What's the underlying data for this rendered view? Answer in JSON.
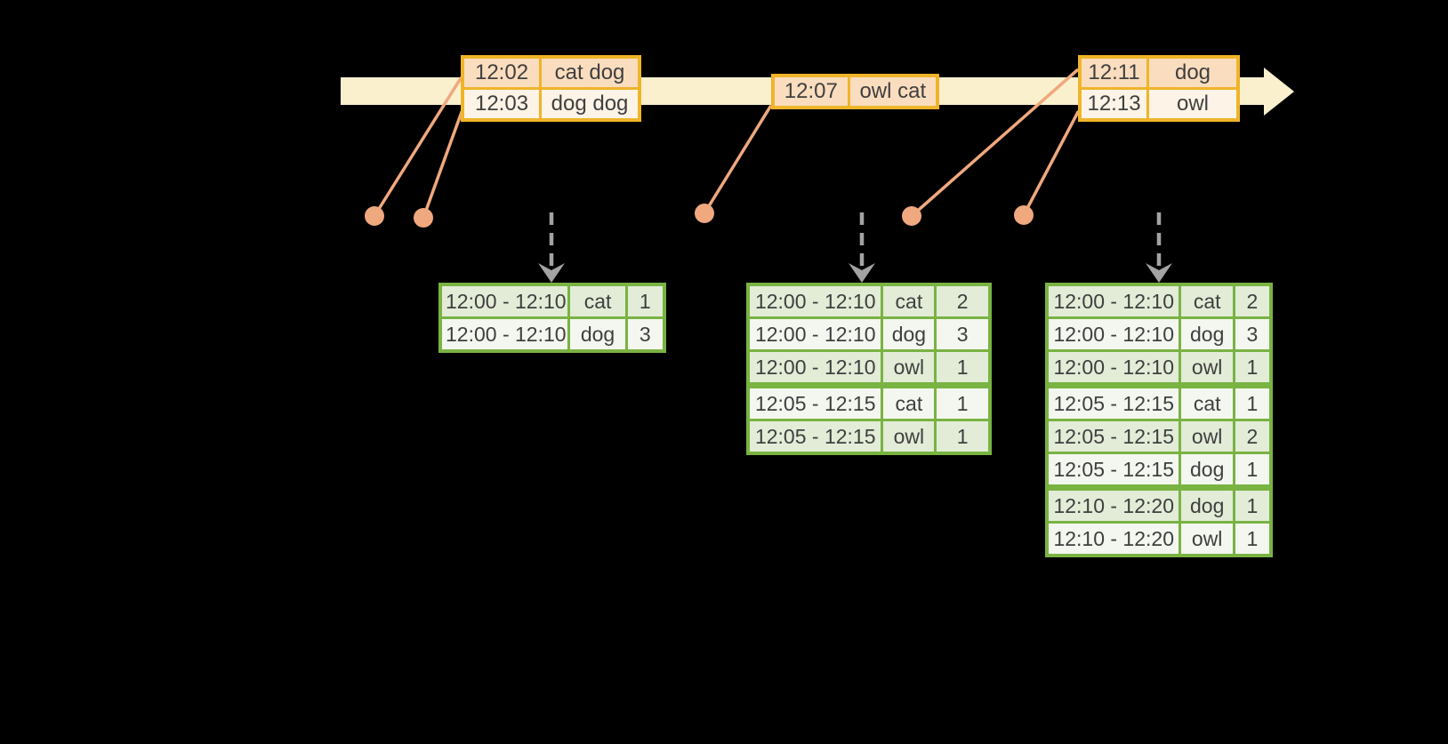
{
  "colors": {
    "background": "#000000",
    "timeline_band": "#FAF0CE",
    "event_border": "#F0B429",
    "event_row_dark": "#FADDBE",
    "event_row_light": "#FDF3E6",
    "connector_salmon": "#F0A87E",
    "result_border": "#79B342",
    "result_row_dark": "#E2ECD7",
    "result_row_light": "#F3F7EF",
    "trigger_arrow_gray": "#A3A3A3",
    "text": "#3F3F3F"
  },
  "timeline": {
    "event_tables": [
      {
        "rows": [
          [
            "12:02",
            "cat dog"
          ],
          [
            "12:03",
            "dog dog"
          ]
        ]
      },
      {
        "rows": [
          [
            "12:07",
            "owl cat"
          ]
        ]
      },
      {
        "rows": [
          [
            "12:11",
            "dog"
          ],
          [
            "12:13",
            "owl"
          ]
        ]
      }
    ]
  },
  "result_tables": [
    {
      "rows": [
        [
          "12:00 - 12:10",
          "cat",
          "1"
        ],
        [
          "12:00 - 12:10",
          "dog",
          "3"
        ]
      ]
    },
    {
      "rows": [
        [
          "12:00 - 12:10",
          "cat",
          "2"
        ],
        [
          "12:00 - 12:10",
          "dog",
          "3"
        ],
        [
          "12:00 - 12:10",
          "owl",
          "1"
        ],
        [
          "12:05 - 12:15",
          "cat",
          "1"
        ],
        [
          "12:05 - 12:15",
          "owl",
          "1"
        ]
      ]
    },
    {
      "rows": [
        [
          "12:00 - 12:10",
          "cat",
          "2"
        ],
        [
          "12:00 - 12:10",
          "dog",
          "3"
        ],
        [
          "12:00 - 12:10",
          "owl",
          "1"
        ],
        [
          "12:05 - 12:15",
          "cat",
          "1"
        ],
        [
          "12:05 - 12:15",
          "owl",
          "2"
        ],
        [
          "12:05 - 12:15",
          "dog",
          "1"
        ],
        [
          "12:10 - 12:20",
          "dog",
          "1"
        ],
        [
          "12:10 - 12:20",
          "owl",
          "1"
        ]
      ]
    }
  ]
}
